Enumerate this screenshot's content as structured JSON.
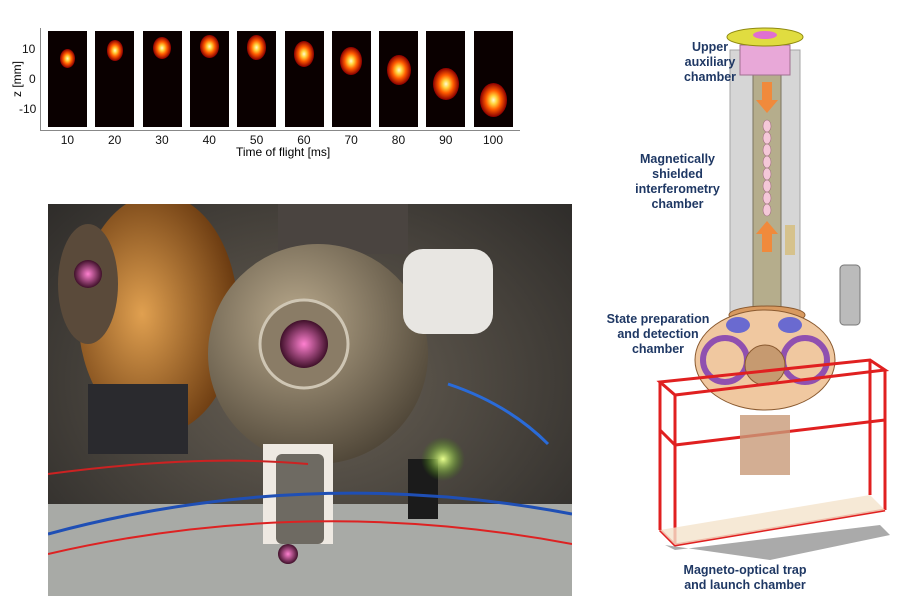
{
  "tof_plot": {
    "ylabel": "z [mm]",
    "xlabel": "Time of flight [ms]",
    "yticks": [
      "10",
      "0",
      "-10"
    ],
    "ylim": [
      -16,
      16
    ],
    "frames": [
      {
        "tof": "10",
        "z": 7,
        "size": 0.35
      },
      {
        "tof": "20",
        "z": 9.5,
        "size": 0.42
      },
      {
        "tof": "30",
        "z": 10.5,
        "size": 0.5
      },
      {
        "tof": "40",
        "z": 11,
        "size": 0.55
      },
      {
        "tof": "50",
        "z": 10.5,
        "size": 0.62
      },
      {
        "tof": "60",
        "z": 8.5,
        "size": 0.7
      },
      {
        "tof": "70",
        "z": 6,
        "size": 0.8
      },
      {
        "tof": "80",
        "z": 3,
        "size": 0.9
      },
      {
        "tof": "90",
        "z": -1.5,
        "size": 1.0
      },
      {
        "tof": "100",
        "z": -7,
        "size": 1.1
      }
    ]
  },
  "diagram": {
    "labels": {
      "upper": [
        "Upper",
        "auxiliary",
        "chamber"
      ],
      "interferometry": [
        "Magnetically",
        "shielded",
        "interferometry",
        "chamber"
      ],
      "state": [
        "State preparation",
        "and detection",
        "chamber"
      ],
      "mot": [
        "Magneto-optical trap",
        "and launch chamber"
      ]
    },
    "arrow_color": "#f08a3c",
    "label_color": "#1f3864"
  }
}
